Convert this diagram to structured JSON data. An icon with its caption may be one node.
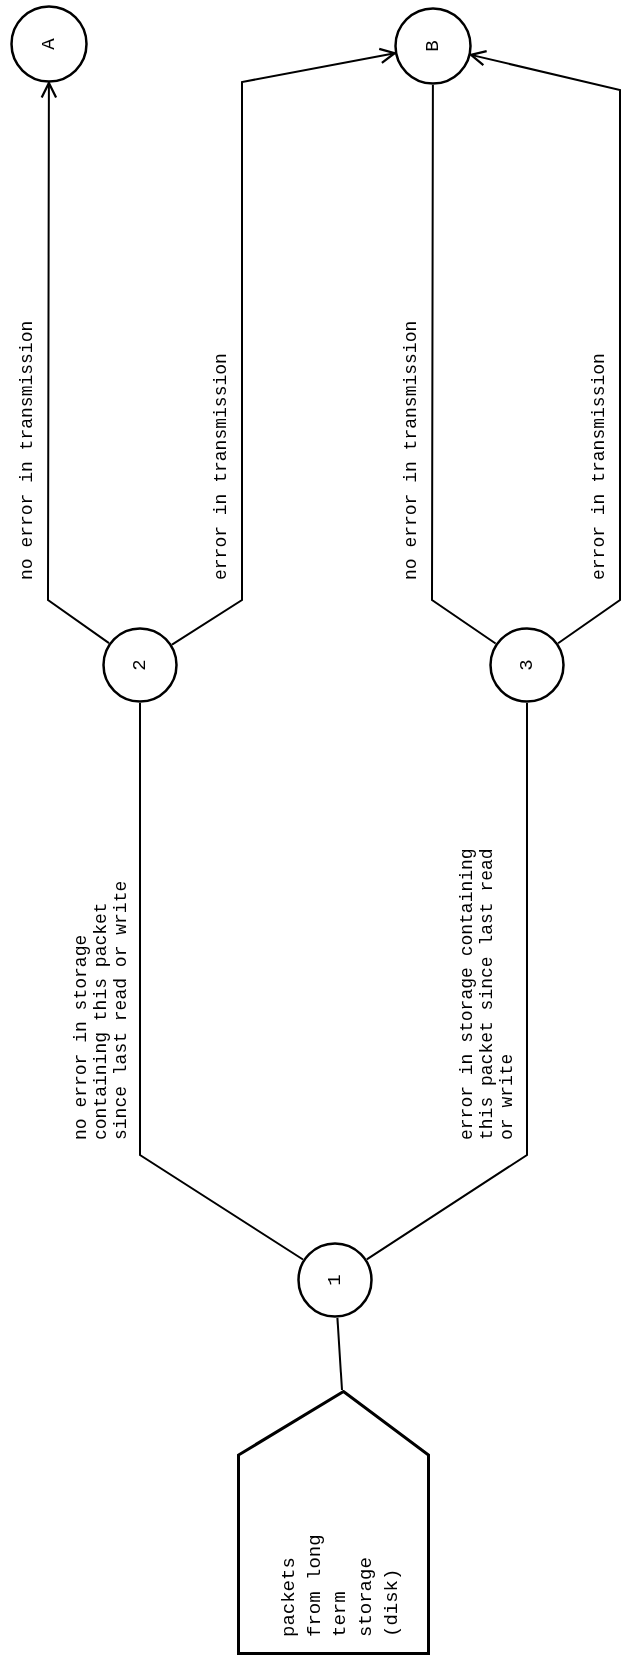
{
  "diagram": {
    "nodes": [
      {
        "text": [
          "packets from long term storage (disk)"
        ]
      },
      {
        "text": [
          "1"
        ]
      },
      {
        "text": [
          "2"
        ]
      },
      {
        "text": [
          "3"
        ]
      },
      {
        "text": [
          "A"
        ]
      },
      {
        "text": [
          "B"
        ]
      }
    ],
    "edges": [
      {
        "from": 0,
        "to": 1,
        "arrow": "none"
      },
      {
        "from": 1,
        "to": 2,
        "arrow": "none",
        "label": "no error in storage containing this packet since last read or write"
      },
      {
        "from": 1,
        "to": 3,
        "arrow": "none",
        "label": "error in storage containing this packet since last read or write"
      },
      {
        "from": 2,
        "to": 4,
        "arrow": "to",
        "label": "no error in transmission"
      },
      {
        "from": 2,
        "to": 5,
        "arrow": "to",
        "label": "error in transmission"
      },
      {
        "from": 3,
        "to": 5,
        "arrow": "none",
        "label": "no error in transmission"
      },
      {
        "from": 3,
        "to": 5,
        "arrow": "to",
        "label": "error in transmission"
      }
    ]
  }
}
